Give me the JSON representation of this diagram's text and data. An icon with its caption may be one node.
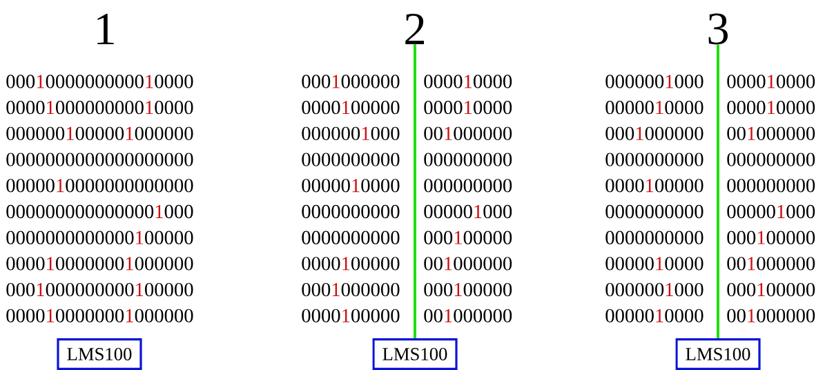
{
  "diagram": {
    "nodes": [
      {
        "text": [
          "2"
        ]
      },
      {
        "text": [
          "3"
        ]
      },
      {
        "text": [
          "LMS100"
        ]
      },
      {
        "text": [
          "LMS100"
        ]
      },
      {
        "text": [
          "LMS100"
        ]
      }
    ],
    "edges": [
      {
        "from": 0,
        "to": 3,
        "arrow": "none"
      },
      {
        "from": 1,
        "to": 4,
        "arrow": "none"
      }
    ],
    "labels": [
      "1",
      "0001000000000010000",
      "0000100000000010000",
      "0000001000001000000",
      "0000000000000000000",
      "0000010000000000000",
      "0000000000000001000",
      "0000000000000100000",
      "0000100000001000000",
      "0001000000000100000",
      "0000100000001000000",
      "0001000000",
      "000010000",
      "0000100000",
      "000010000",
      "0000001000",
      "001000000",
      "0000000000",
      "000000000",
      "0000010000",
      "000000000",
      "0000000000",
      "000001000",
      "0000000000",
      "000100000",
      "0000100000",
      "001000000",
      "0001000000",
      "000100000",
      "0000100000",
      "001000000",
      "0000001000",
      "000010000",
      "0000010000",
      "000010000",
      "0001000000",
      "001000000",
      "0000000000",
      "000000000",
      "0000100000",
      "000000000",
      "0000000000",
      "000001000",
      "0000000000",
      "000100000",
      "0000010000",
      "001000000",
      "0000001000",
      "000100000",
      "0000010000",
      "001000000"
    ]
  }
}
